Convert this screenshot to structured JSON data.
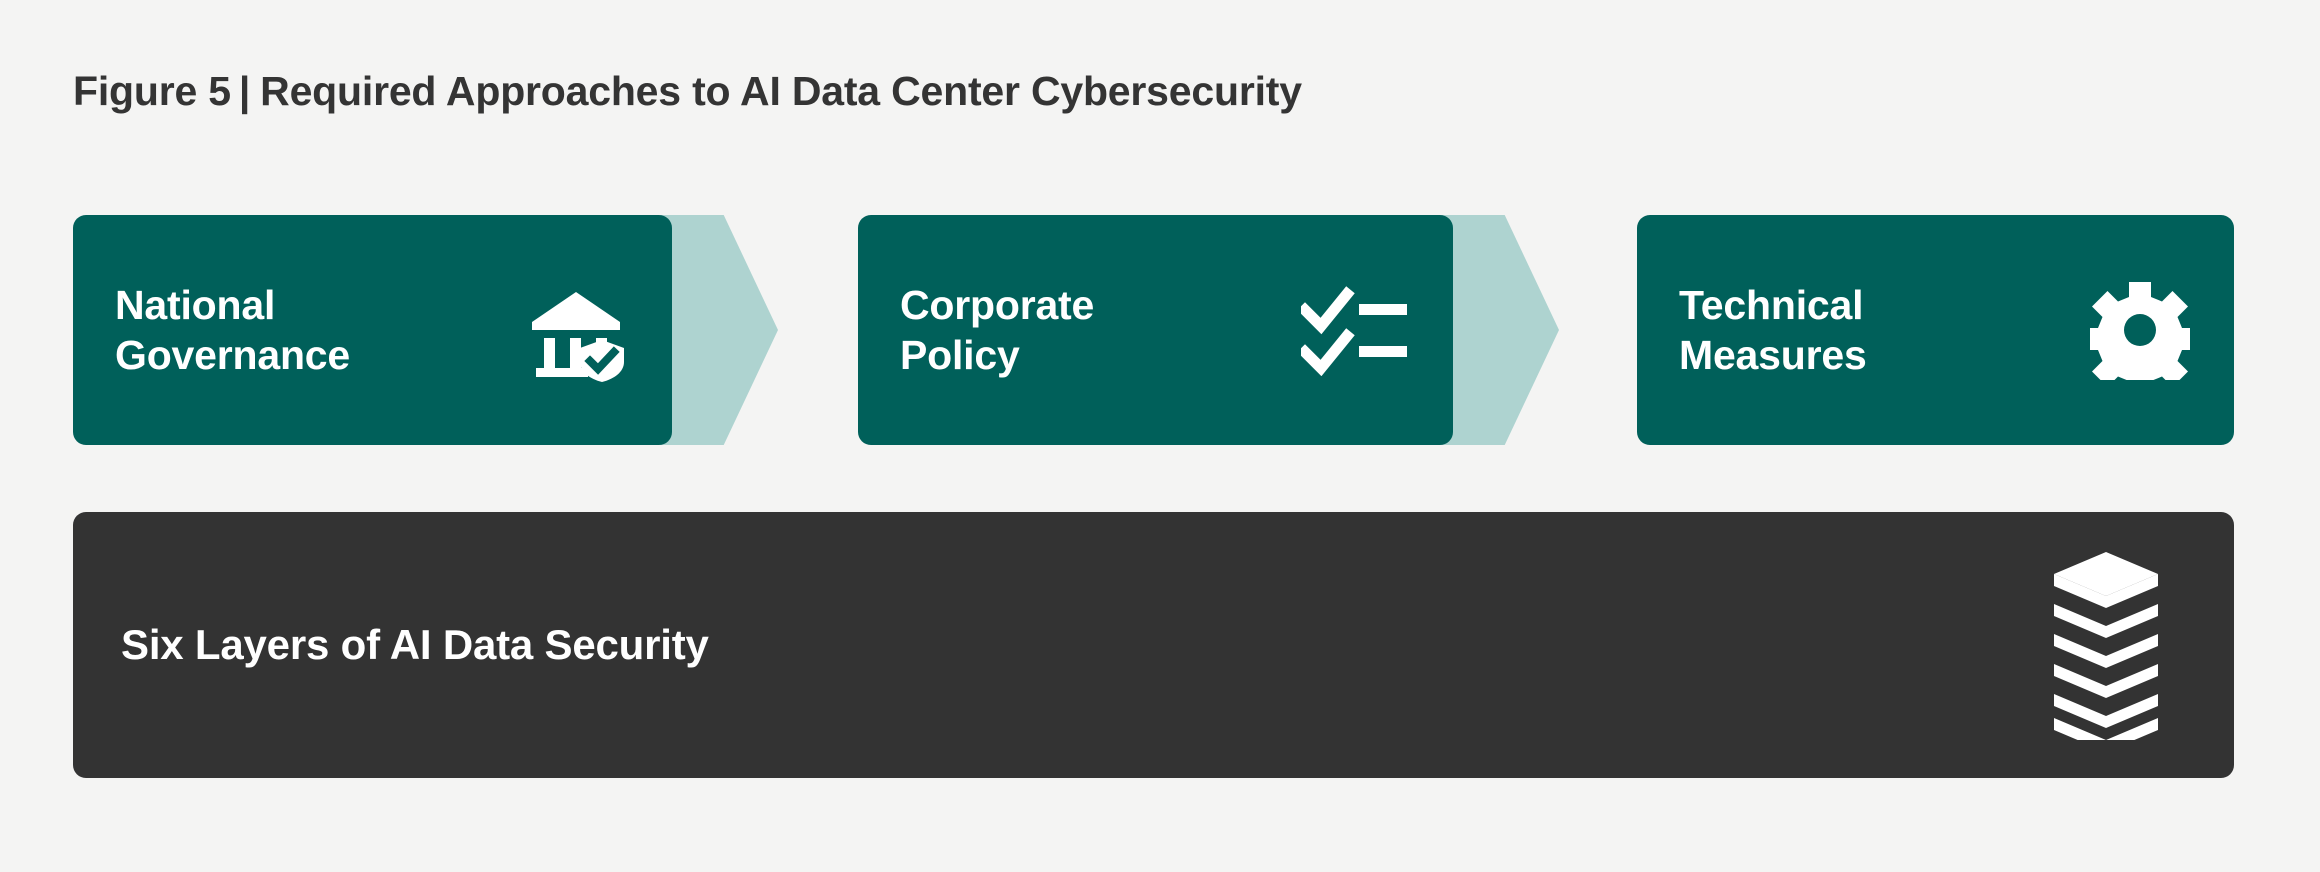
{
  "figure": {
    "label": "Figure 5",
    "separator": "|",
    "title": "Required Approaches to AI Data Center Cybersecurity",
    "background_color": "#F4F4F3",
    "title_color": "#343434"
  },
  "colors": {
    "stage_fill": "#00605A",
    "connector_fill": "#AED3D0",
    "foundation_fill": "#333333",
    "text_on_dark": "#FFFFFF"
  },
  "stages": [
    {
      "id": "national-governance",
      "label": "National\nGovernance",
      "icon": "bank-shield-check-icon"
    },
    {
      "id": "corporate-policy",
      "label": "Corporate\nPolicy",
      "icon": "checklist-icon"
    },
    {
      "id": "technical-measures",
      "label": "Technical\nMeasures",
      "icon": "gear-icon"
    }
  ],
  "connectors": [
    {
      "id": "connector-1",
      "icon": "chevron-right-arrow"
    },
    {
      "id": "connector-2",
      "icon": "chevron-right-arrow"
    }
  ],
  "foundation": {
    "id": "six-layers-of-ai-data-security",
    "label": "Six Layers of AI Data Security",
    "icon": "stacked-layers-icon",
    "layer_count": 6
  }
}
